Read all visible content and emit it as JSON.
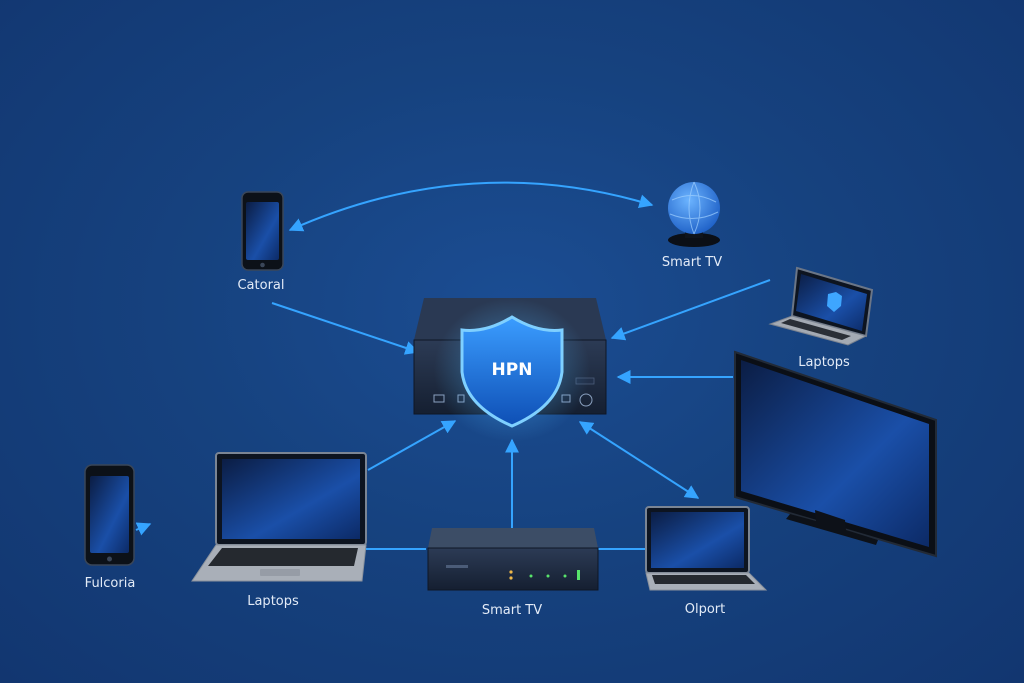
{
  "hub": {
    "shield_text": "HPN"
  },
  "nodes": [
    {
      "id": "phone-top",
      "label": "Catoral",
      "icon": "smartphone-icon"
    },
    {
      "id": "globe",
      "label": "Smart TV",
      "icon": "globe-icon"
    },
    {
      "id": "laptop-small",
      "label": "Laptops",
      "icon": "laptop-icon"
    },
    {
      "id": "phone-left",
      "label": "Fulcoria",
      "icon": "smartphone-icon"
    },
    {
      "id": "laptop-left",
      "label": "Laptops",
      "icon": "laptop-icon"
    },
    {
      "id": "router",
      "label": "Smart TV",
      "icon": "router-icon"
    },
    {
      "id": "laptop-right",
      "label": "Olport",
      "icon": "laptop-icon"
    },
    {
      "id": "monitor",
      "label": "",
      "icon": "monitor-icon"
    }
  ],
  "colors": {
    "background": "#16407d",
    "accent": "#2f9bff",
    "device": "#1d2a3f"
  }
}
